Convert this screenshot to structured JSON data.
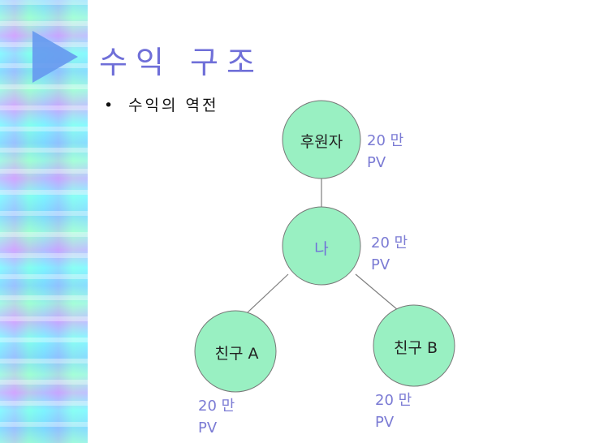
{
  "slide": {
    "title": "수익 구조",
    "bullet": "수익의 역전"
  },
  "nodes": {
    "sponsor": "후원자",
    "me": "나",
    "friend_a": "친구 A",
    "friend_b": "친구 B"
  },
  "pv_labels": {
    "sponsor": [
      "20 만",
      "PV"
    ],
    "me": [
      "20 만",
      "PV"
    ],
    "friend_a": [
      "20 만",
      "PV"
    ],
    "friend_b": [
      "20 만",
      "PV"
    ]
  },
  "colors": {
    "node_fill": "#99f0c2",
    "title": "#6f6fd8",
    "pv_text": "#7b7bd4",
    "line": "#7f7f7f"
  }
}
